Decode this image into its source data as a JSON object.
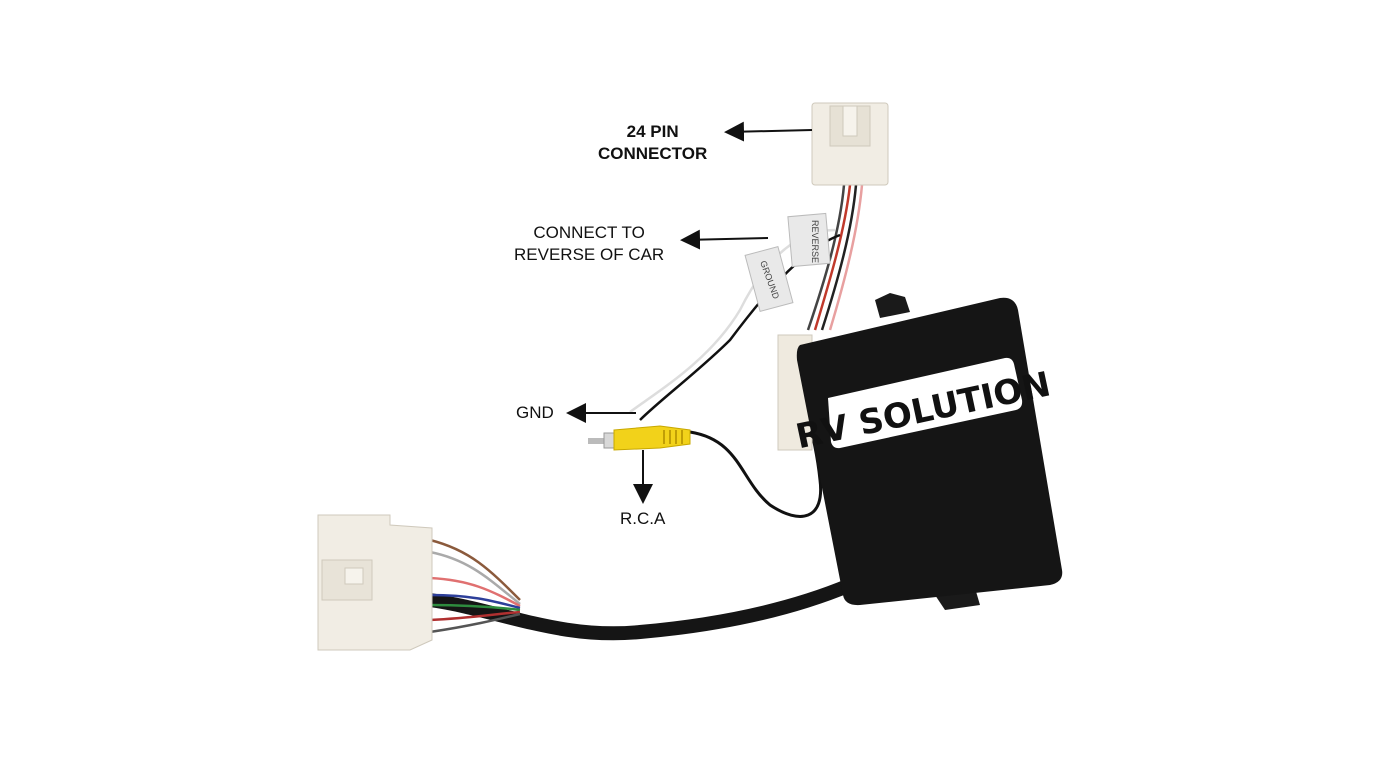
{
  "labels": {
    "pin_connector": [
      "24 PIN",
      "CONNECTOR"
    ],
    "reverse": [
      "CONNECT TO",
      "REVERSE OF CAR"
    ],
    "gnd": "GND",
    "rca": "R.C.A"
  },
  "box_label": "RV SOLUTION",
  "tags": {
    "ground": "GROUND",
    "reverse": "REVERSE"
  },
  "colors": {
    "box": "#151515",
    "connector": "#f1ede4",
    "rca": "#f2d21a"
  }
}
